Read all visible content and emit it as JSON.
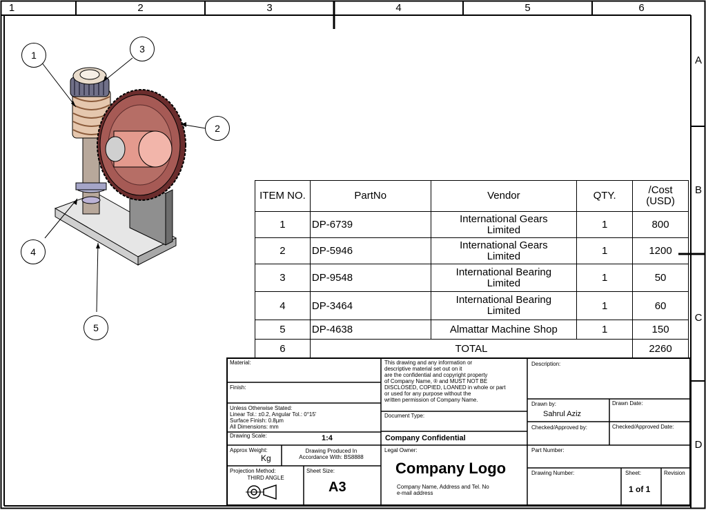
{
  "zones": {
    "columns": [
      "1",
      "2",
      "3",
      "4",
      "5",
      "6"
    ],
    "rows": [
      "A",
      "B",
      "C",
      "D"
    ]
  },
  "balloons": [
    "1",
    "2",
    "3",
    "4",
    "5"
  ],
  "bom": {
    "headers": {
      "item": "ITEM NO.",
      "part": "PartNo",
      "vendor": "Vendor",
      "qty": "QTY.",
      "cost_line1": "/Cost",
      "cost_line2": "(USD)"
    },
    "rows": [
      {
        "item": "1",
        "part": "DP-6739",
        "vendor_line1": "International Gears",
        "vendor_line2": "Limited",
        "qty": "1",
        "cost": "800"
      },
      {
        "item": "2",
        "part": "DP-5946",
        "vendor_line1": "International Gears",
        "vendor_line2": "Limited",
        "qty": "1",
        "cost": "1200"
      },
      {
        "item": "3",
        "part": "DP-9548",
        "vendor_line1": "International Bearing",
        "vendor_line2": "Limited",
        "qty": "1",
        "cost": "50"
      },
      {
        "item": "4",
        "part": "DP-3464",
        "vendor_line1": "International Bearing",
        "vendor_line2": "Limited",
        "qty": "1",
        "cost": "60"
      },
      {
        "item": "5",
        "part": "DP-4638",
        "vendor_line1": "Almattar Machine Shop",
        "vendor_line2": "",
        "qty": "1",
        "cost": "150"
      }
    ],
    "total_row": {
      "item": "6",
      "label": "TOTAL",
      "cost": "2260"
    }
  },
  "title_block": {
    "material": "Material:",
    "finish": "Finish:",
    "tolerances": [
      "Unless Otherwise Stated:",
      "Linear Tol.: ±0.2, Angular Tol.: 0°15'",
      "Surface Finish: 0.8µm",
      "All Dimensions: mm"
    ],
    "drawing_scale_label": "Drawing Scale:",
    "drawing_scale": "1:4",
    "approx_weight_label": "Approx Weight:",
    "weight_unit": "Kg",
    "produced_line1": "Drawing Produced In",
    "produced_line2": "Accordance With: BS8888",
    "projection_label": "Projection Method:",
    "projection": "THIRD ANGLE",
    "sheet_size_label": "Sheet Size:",
    "sheet_size": "A3",
    "confidential_text": [
      "This drawing and any information or",
      "descriptive material set out on it",
      "are the confidential and copyright property",
      "of Company Name, ® and MUST NOT BE",
      "DISCLOSED, COPIED, LOANED in whole or part",
      "or used for any purpose without the",
      "written permission of Company Name."
    ],
    "document_type_label": "Document Type:",
    "company_confidential": "Company Confidential",
    "legal_owner_label": "Legal Owner:",
    "company_logo": "Company Logo",
    "company_address_line1": "Company Name, Address and Tel. No",
    "company_address_line2": "e-mail address",
    "description_label": "Description:",
    "drawn_by_label": "Drawn by:",
    "drawn_by": "Sahrul Aziz",
    "drawn_date_label": "Drawn Date:",
    "checked_label": "Checked/Approved by:",
    "checked_date_label": "Checked/Approved Date:",
    "part_number_label": "Part Number:",
    "drawing_number_label": "Drawing Number:",
    "sheet_label": "Sheet:",
    "sheet_value": "1 of 1",
    "revision_label": "Revision"
  }
}
